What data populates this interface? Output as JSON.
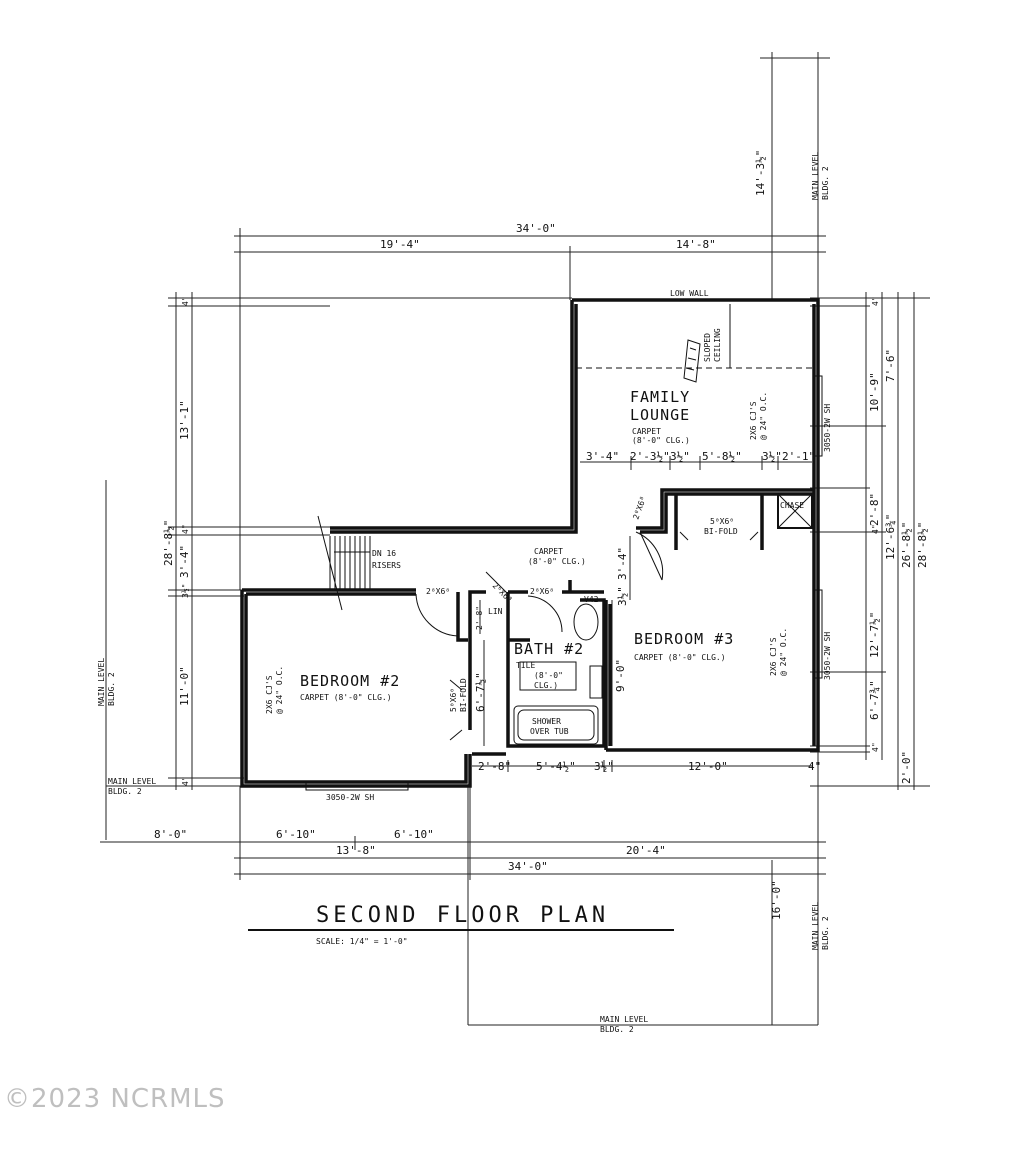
{
  "plan": {
    "title": "SECOND FLOOR PLAN",
    "scale": "SCALE: 1/4\" = 1'-0\"",
    "watermark": "©2023 NCRMLS",
    "rooms": {
      "family_lounge": {
        "name_1": "FAMILY",
        "name_2": "LOUNGE",
        "finish": "CARPET",
        "ceiling": "(8'-0\" CLG.)"
      },
      "bedroom2": {
        "name": "BEDROOM #2",
        "finish": "CARPET (8'-0\" CLG.)",
        "joists_1": "2X6 CJ'S",
        "joists_2": "@ 24\" O.C."
      },
      "bedroom3": {
        "name": "BEDROOM #3",
        "finish": "CARPET (8'-0\" CLG.)",
        "joists_1": "2X6 CJ'S",
        "joists_2": "@ 24\" O.C."
      },
      "bath2": {
        "name": "BATH #2",
        "finish": "TILE",
        "ceiling_1": "(8'-0\"",
        "ceiling_2": "CLG.)",
        "fixture": "V42",
        "tub_1": "SHOWER",
        "tub_2": "OVER TUB"
      },
      "hall": {
        "finish": "CARPET",
        "ceiling": "(8'-0\" CLG.)"
      },
      "stair": {
        "line_1": "DN 16",
        "line_2": "RISERS"
      },
      "lin": "LIN",
      "chase": "CHASE"
    },
    "notes": {
      "low_wall": "LOW WALL",
      "sloped_1": "SLOPED",
      "sloped_2": "CEILING",
      "lounge_joists_1": "2X6 CJ'S",
      "lounge_joists_2": "@ 24\" O.C.",
      "window_lounge": "3050-2W SH",
      "window_bed3": "3050-2W SH",
      "window_bed2": "3050-2W SH",
      "bifold_top_1": "5⁰X6⁰",
      "bifold_top_2": "BI-FOLD",
      "bifold_left_1": "5⁰X6⁰",
      "bifold_left_2": "BI-FOLD",
      "door_a": "2⁸X6⁸",
      "door_b": "2⁸X6⁸",
      "door_c": "2⁰X6⁸",
      "door_d": "2⁶X6⁸",
      "door_e": "2⁰X6⁸",
      "main_level": "MAIN LEVEL",
      "bldg": "BLDG. 2"
    },
    "dims": {
      "top_total": "34'-0\"",
      "top_left": "19'-4\"",
      "top_right": "14'-8\"",
      "bottom_total": "34'-0\"",
      "bottom_left": "13'-8\"",
      "bottom_right": "20'-4\"",
      "bottom_a": "8'-0\"",
      "bottom_b": "6'-10\"",
      "bottom_c": "6'-10\"",
      "upper_ext": "14'-3½\"",
      "lower_ext": "16'-0\"",
      "left_13": "13'-1\"",
      "left_28": "28'-8½\"",
      "left_34": "3'-4\"",
      "left_11": "11'-0\"",
      "left_4a": "4\"",
      "left_4b": "4\"",
      "left_4c": "4\"",
      "left_3a": "3½\"",
      "right_4a": "4\"",
      "right_10": "10'-9\"",
      "right_7": "7'-6\"",
      "right_28": "2'-8\"",
      "right_4b": "4\"",
      "right_1263": "12'-6¾\"",
      "right_26": "26'-8½\"",
      "right_28b": "28'-8½\"",
      "right_127": "12'-7½\"",
      "right_67": "6'-7¾\"",
      "right_4c": "4\"",
      "right_20": "2'-0\"",
      "mid_a": "3'-4\"",
      "mid_b": "2'-3½\"",
      "mid_c": "3½\"",
      "mid_d": "5'-8½\"",
      "mid_e": "3½\"",
      "mid_f": "2'-1\"",
      "bath_v1": "3'-4\"",
      "bath_v2": "9'-0\"",
      "bath_v3": "3½\"",
      "closet_v": "6'-7½\"",
      "lin_v": "2'-8\"",
      "low_a": "2'-8\"",
      "low_b": "5'-4½\"",
      "low_c": "3½\"",
      "low_d": "12'-0\"",
      "low_e": "4\""
    }
  }
}
